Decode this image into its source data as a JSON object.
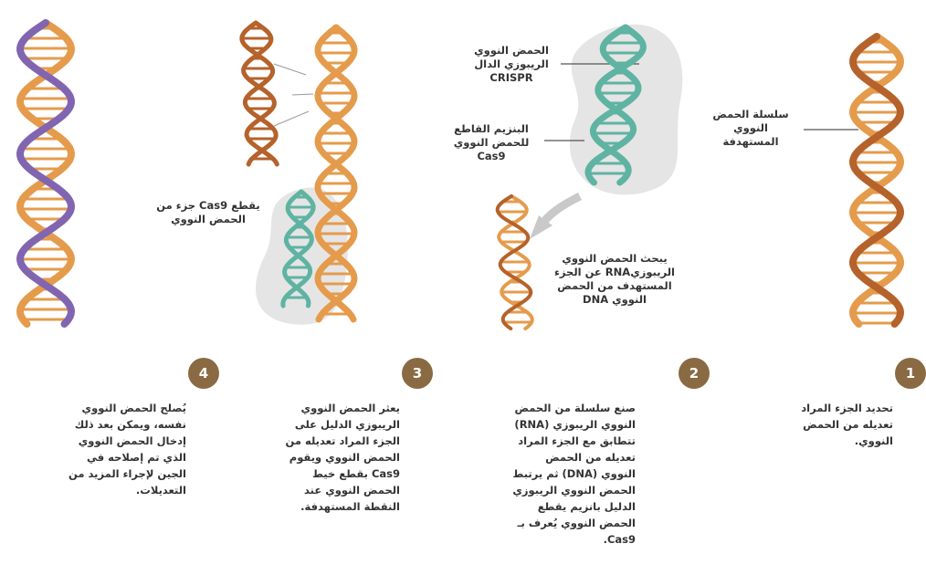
{
  "colors": {
    "dna_orange": "#e59b4c",
    "dna_brown": "#b5622b",
    "rna_teal": "#5fb3a2",
    "repair_purple": "#8165b0",
    "enzyme_gray": "#dcdcdc",
    "badge": "#8a6a43"
  },
  "labels": {
    "target_strand": "سلسلة الحمض النووي المستهدفة",
    "guide_rna": "الحمض النووي الريبوزي الدال CRISPR",
    "cas9_enzyme": "البنزيم القاطع للحمض النووي Cas9",
    "search": "يبحث الحمض النووي الريبوزيRNA عن الجزء المستهدف من الحمض النووي DNA",
    "cut": "يقطع Cas9 جزء من الحمض النووي"
  },
  "steps": [
    {
      "number": "1",
      "text": "تحديد الجزء المراد تعديله من الحمض النووي."
    },
    {
      "number": "2",
      "text": "صنع سلسلة من الحمض النووي الريبوزي (RNA) تتطابق مع الجزء المراد تعديله من الحمض النووي (DNA) ثم يرتبط الحمض النووي الريبوزي الدليل بانزيم يقطع الحمض النووي يُعرف بـ Cas9."
    },
    {
      "number": "3",
      "text": "يعثر الحمض النووي الريبوزي الدليل على الجزء المراد تعديله من الحمض النووي ويقوم Cas9 بقطع خيط الحمض النووي عند النقطة المستهدفة."
    },
    {
      "number": "4",
      "text": "يُصلح الحمض النووي نفسه، ويمكن بعد ذلك إدخال الحمض النووي الذي تم إصلاحه في الجين لإجراء المزيد من التعديلات."
    }
  ]
}
